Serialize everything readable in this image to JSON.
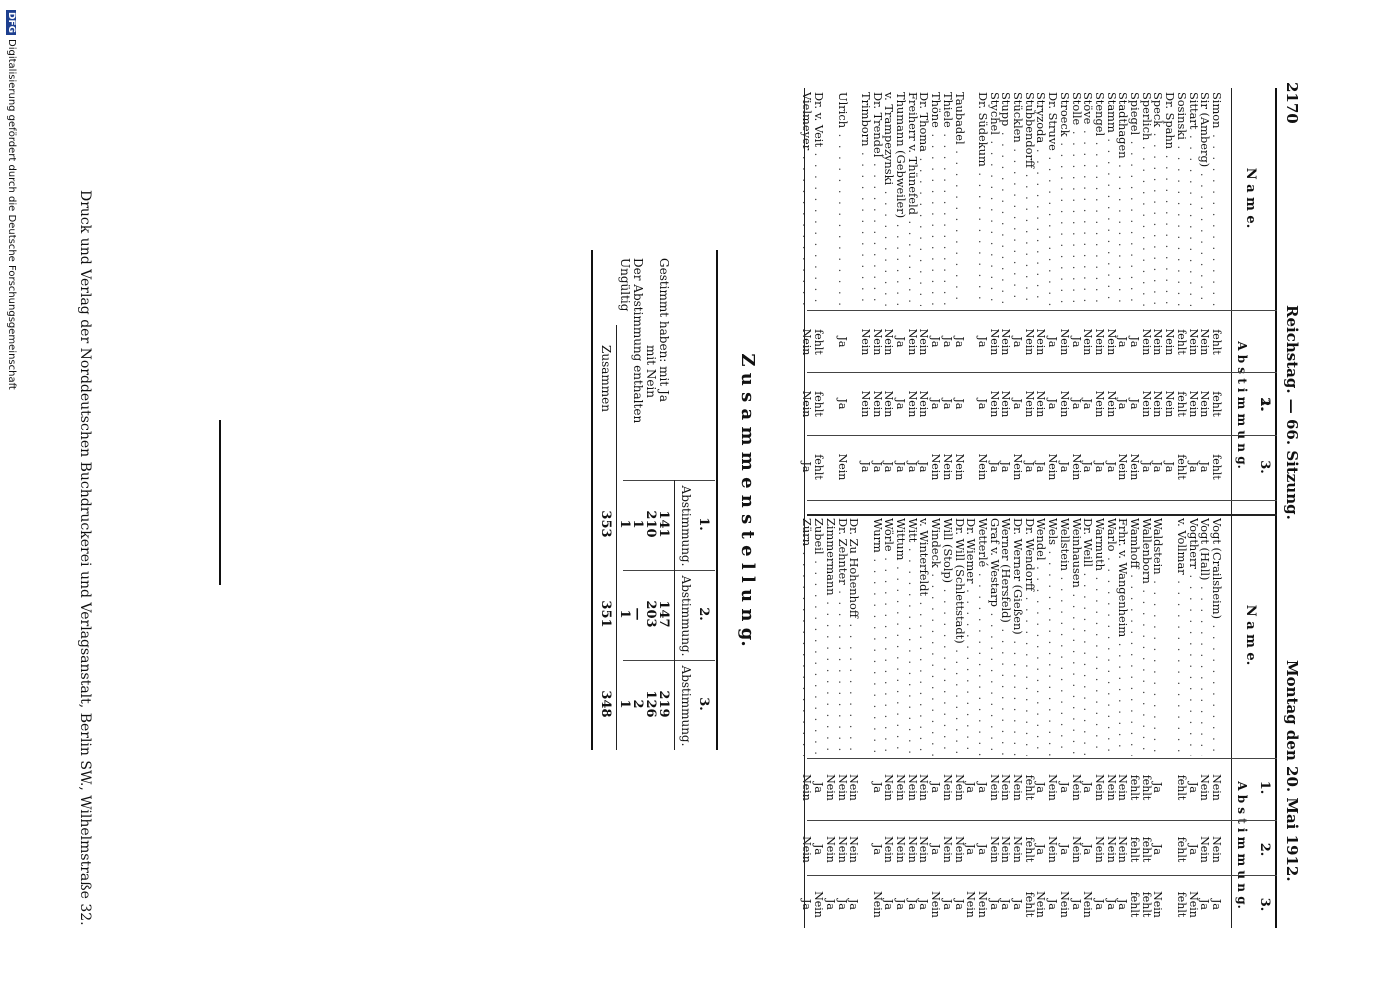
{
  "header": {
    "page_no": "2170",
    "center": "Reichstag. — 66. Sitzung.",
    "date": "Montag den 20. Mai 1912."
  },
  "table_headers": {
    "name": "N a m e.",
    "abst": "A b s t i m m u n g.",
    "cols": [
      "1.",
      "2.",
      "3."
    ]
  },
  "left_rows": [
    {
      "name": "Simon",
      "v": [
        "fehlt",
        "fehlt",
        "fehlt"
      ]
    },
    {
      "name": "Sir (Amberg)",
      "v": [
        "Nein",
        "Nein",
        "Ja"
      ]
    },
    {
      "name": "Sittart",
      "v": [
        "Nein",
        "Nein",
        "Ja"
      ]
    },
    {
      "name": "Sosinski",
      "v": [
        "fehlt",
        "fehlt",
        "fehlt"
      ]
    },
    {
      "name": "Dr. Spahn",
      "v": [
        "Nein",
        "Nein",
        "Ja"
      ]
    },
    {
      "name": "Speck",
      "v": [
        "Nein",
        "Nein",
        "Ja"
      ]
    },
    {
      "name": "Sperlich",
      "v": [
        "Nein",
        "Nein",
        "Ja"
      ]
    },
    {
      "name": "Spiegel",
      "v": [
        "Ja",
        "Ja",
        "Nein"
      ]
    },
    {
      "name": "Stadthagen",
      "v": [
        "Ja",
        "Ja",
        "Nein"
      ]
    },
    {
      "name": "Stamm",
      "v": [
        "Nein",
        "Nein",
        "Ja"
      ]
    },
    {
      "name": "Stengel",
      "v": [
        "Nein",
        "Nein",
        "Ja"
      ]
    },
    {
      "name": "Stöve",
      "v": [
        "Nein",
        "Ja",
        "Ja"
      ]
    },
    {
      "name": "Stolle",
      "v": [
        "Ja",
        "Ja",
        "Nein"
      ]
    },
    {
      "name": "Stroeck",
      "v": [
        "Nein",
        "Nein",
        "Ja"
      ]
    },
    {
      "name": "Dr. Struve",
      "v": [
        "Ja",
        "Ja",
        "Nein"
      ]
    },
    {
      "name": "Stryzoda",
      "v": [
        "Nein",
        "Nein",
        "Ja"
      ]
    },
    {
      "name": "Stubbendorff",
      "v": [
        "Nein",
        "Nein",
        "Ja"
      ]
    },
    {
      "name": "Stücklen",
      "v": [
        "Ja",
        "Ja",
        "Nein"
      ]
    },
    {
      "name": "Stupp",
      "v": [
        "Nein",
        "Nein",
        "Ja"
      ]
    },
    {
      "name": "Stychel",
      "v": [
        "Nein",
        "Nein",
        "Ja"
      ]
    },
    {
      "name": "Dr. Südekum",
      "v": [
        "Ja",
        "Ja",
        "Nein"
      ]
    },
    {
      "name": "",
      "v": [
        "",
        "",
        ""
      ]
    },
    {
      "name": "Taubadel",
      "v": [
        "Ja",
        "Ja",
        "Nein"
      ]
    },
    {
      "name": "Thiele",
      "v": [
        "Ja",
        "Ja",
        "Nein"
      ]
    },
    {
      "name": "Thöne",
      "v": [
        "Ja",
        "Ja",
        "Nein"
      ]
    },
    {
      "name": "Dr. Thoma",
      "v": [
        "Nein",
        "Nein",
        "Ja"
      ]
    },
    {
      "name": "Freiherr v. Thünefeld",
      "v": [
        "Nein",
        "Nein",
        "Ja"
      ]
    },
    {
      "name": "Thumann (Gebweiler)",
      "v": [
        "Ja",
        "Ja",
        "Ja"
      ]
    },
    {
      "name": "v. Trampezynski",
      "v": [
        "Nein",
        "Nein",
        "Ja"
      ]
    },
    {
      "name": "Dr. Trendel",
      "v": [
        "Nein",
        "Nein",
        "Ja"
      ]
    },
    {
      "name": "Trimborn",
      "v": [
        "Nein",
        "Nein",
        "Ja"
      ]
    },
    {
      "name": "",
      "v": [
        "",
        "",
        ""
      ]
    },
    {
      "name": "Ulrich",
      "v": [
        "Ja",
        "Ja",
        "Nein"
      ]
    },
    {
      "name": "",
      "v": [
        "",
        "",
        ""
      ]
    },
    {
      "name": "Dr. v. Veit",
      "v": [
        "fehlt",
        "fehlt",
        "fehlt"
      ]
    },
    {
      "name": "Vielmeyer",
      "v": [
        "Nein",
        "Nein",
        "Ja"
      ]
    }
  ],
  "right_rows": [
    {
      "name": "Vogt (Crailsheim)",
      "v": [
        "Nein",
        "Nein",
        "Ja"
      ]
    },
    {
      "name": "Vogt (Hall)",
      "v": [
        "Nein",
        "Nein",
        "Ja"
      ]
    },
    {
      "name": "Vogtherr",
      "v": [
        "Ja",
        "Ja",
        "Nein"
      ]
    },
    {
      "name": "v. Vollmar",
      "v": [
        "fehlt",
        "fehlt",
        "fehlt"
      ]
    },
    {
      "name": "",
      "v": [
        "",
        "",
        ""
      ]
    },
    {
      "name": "Waldstein",
      "v": [
        "Ja",
        "Ja",
        "Nein"
      ]
    },
    {
      "name": "Wallenborn",
      "v": [
        "fehlt",
        "fehlt",
        "fehlt"
      ]
    },
    {
      "name": "Wamhoff",
      "v": [
        "fehlt",
        "fehlt",
        "fehlt"
      ]
    },
    {
      "name": "Frhr. v. Wangenheim",
      "v": [
        "Nein",
        "Nein",
        "Ja"
      ]
    },
    {
      "name": "Warlo",
      "v": [
        "Nein",
        "Nein",
        "Ja"
      ]
    },
    {
      "name": "Warmuth",
      "v": [
        "Nein",
        "Nein",
        "Ja"
      ]
    },
    {
      "name": "Dr. Weill",
      "v": [
        "Ja",
        "Ja",
        "Nein"
      ]
    },
    {
      "name": "Weinhausen",
      "v": [
        "Nein",
        "Nein",
        "Ja"
      ]
    },
    {
      "name": "Wellstein",
      "v": [
        "Ja",
        "Ja",
        "Nein"
      ]
    },
    {
      "name": "Wels",
      "v": [
        "Nein",
        "Nein",
        "Ja"
      ]
    },
    {
      "name": "Wendel",
      "v": [
        "Ja",
        "Ja",
        "Nein"
      ]
    },
    {
      "name": "Dr. Wendorff",
      "v": [
        "fehlt",
        "fehlt",
        "fehlt"
      ]
    },
    {
      "name": "Dr. Werner (Gießen)",
      "v": [
        "Nein",
        "Nein",
        "Ja"
      ]
    },
    {
      "name": "Werner (Hersfeld)",
      "v": [
        "Nein",
        "Nein",
        "Ja"
      ]
    },
    {
      "name": "Graf v. Westarp",
      "v": [
        "Nein",
        "Nein",
        "Ja"
      ]
    },
    {
      "name": "Wetterlé",
      "v": [
        "Ja",
        "Ja",
        "Nein"
      ]
    },
    {
      "name": "Dr. Wiemer",
      "v": [
        "Ja",
        "Ja",
        "Nein"
      ]
    },
    {
      "name": "Dr. Will (Schlettstadt)",
      "v": [
        "Nein",
        "Nein",
        "Ja"
      ]
    },
    {
      "name": "Will (Stolp)",
      "v": [
        "Nein",
        "Nein",
        "Ja"
      ]
    },
    {
      "name": "Windeck",
      "v": [
        "Ja",
        "Ja",
        "Nein"
      ]
    },
    {
      "name": "v. Winterfeldt",
      "v": [
        "Nein",
        "Nein",
        "Ja"
      ]
    },
    {
      "name": "Witt",
      "v": [
        "Nein",
        "Nein",
        "Ja"
      ]
    },
    {
      "name": "Wittum",
      "v": [
        "Nein",
        "Nein",
        "Ja"
      ]
    },
    {
      "name": "Wörle",
      "v": [
        "Nein",
        "Nein",
        "Ja"
      ]
    },
    {
      "name": "Wurm",
      "v": [
        "Ja",
        "Ja",
        "Nein"
      ]
    },
    {
      "name": "",
      "v": [
        "",
        "",
        ""
      ]
    },
    {
      "name": "Dr. Zu Hohenhoff",
      "v": [
        "Nein",
        "Nein",
        "Ja"
      ]
    },
    {
      "name": "Dr. Zehnter",
      "v": [
        "Nein",
        "Nein",
        "Ja"
      ]
    },
    {
      "name": "Zimmermann",
      "v": [
        "Nein",
        "Nein",
        "Ja"
      ]
    },
    {
      "name": "Zubeil",
      "v": [
        "Ja",
        "Ja",
        "Nein"
      ]
    },
    {
      "name": "Zürn",
      "v": [
        "Nein",
        "Nein",
        "Ja"
      ]
    }
  ],
  "summary": {
    "title": "Z u s a m m e n s t e l l u n g.",
    "col_heads": [
      "1.",
      "2.",
      "3."
    ],
    "col_sub": "Abstimmung.",
    "rows": [
      {
        "label": "Gestimmt haben: mit Ja",
        "v": [
          "141",
          "147",
          "219"
        ]
      },
      {
        "label": "mit Nein",
        "v": [
          "210",
          "203",
          "126"
        ]
      },
      {
        "label": "Der Abstimmung enthalten",
        "v": [
          "1",
          "—",
          "2"
        ]
      },
      {
        "label": "Ungültig",
        "v": [
          "1",
          "1",
          "1"
        ]
      }
    ],
    "total_label": "Zusammen",
    "totals": [
      "353",
      "351",
      "348"
    ]
  },
  "footer": "Druck und Verlag der Norddeutschen Buchdruckerei und Verlagsanstalt, Berlin SW., Wilhelmstraße 32.",
  "digitization": "Digitalisierung gefördert durch die Deutsche Forschungsgemeinschaft",
  "dfg_logo": "DFG"
}
